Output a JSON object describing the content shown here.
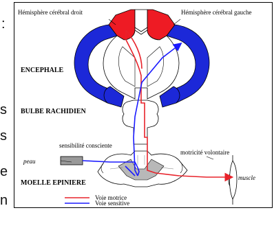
{
  "left_strip": {
    "items": [
      ":",
      "s",
      "s",
      "e",
      "n"
    ]
  },
  "diagram": {
    "labels": {
      "right_hemisphere": "Hémisphère cérébral droit",
      "left_hemisphere": "Hémisphère cérébral gauche",
      "encephale": "ENCEPHALE",
      "bulbe": "BULBE RACHIDIEN",
      "sensibilite": "sensibilité consciente",
      "peau": "peau",
      "motricite": "motricité volontaire",
      "muscle": "muscle",
      "moelle": "MOELLE EPINIERE"
    },
    "legend": {
      "motor": "Voie motrice",
      "sensory": "Voie sensitive"
    },
    "colors": {
      "motor": "#e8222a",
      "sensory": "#1a1aff",
      "cortex_blue": "#1c28d8",
      "cortex_red": "#ee1b24",
      "grey_matter": "#b8b8b8"
    }
  }
}
